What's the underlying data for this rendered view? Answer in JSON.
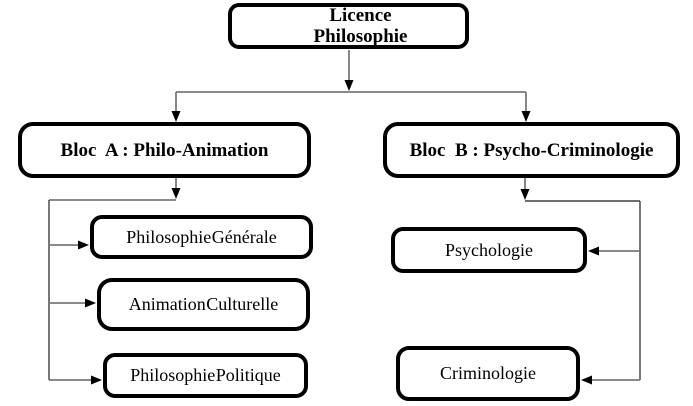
{
  "diagram": {
    "nodes": {
      "root": {
        "label": "Licence\nPhilosophie"
      },
      "bloc_a": {
        "label": "Bloc  A : Philo-Animation"
      },
      "bloc_b": {
        "label": "Bloc  B : Psycho-Criminologie"
      },
      "philosophie_generale": {
        "label": "Philosophie Générale"
      },
      "animation_culturelle": {
        "label": "Animation Culturelle"
      },
      "philosophie_politique": {
        "label": "Philosophie Politique"
      },
      "psychologie": {
        "label": "Psychologie"
      },
      "criminologie": {
        "label": "Criminologie"
      }
    },
    "edges": [
      {
        "from": "root",
        "to": "bloc_a"
      },
      {
        "from": "root",
        "to": "bloc_b"
      },
      {
        "from": "bloc_a",
        "to": "philosophie_generale"
      },
      {
        "from": "bloc_a",
        "to": "animation_culturelle"
      },
      {
        "from": "bloc_a",
        "to": "philosophie_politique"
      },
      {
        "from": "bloc_b",
        "to": "psychologie"
      },
      {
        "from": "bloc_b",
        "to": "criminologie"
      }
    ],
    "colors": {
      "background": "#ffffff",
      "box_border": "#000000",
      "box_fill": "#ffffff",
      "text": "#000000",
      "connector_line": "#7a7a7a",
      "connector_spine": "#3f3f3f",
      "arrowhead": "#000000"
    }
  }
}
